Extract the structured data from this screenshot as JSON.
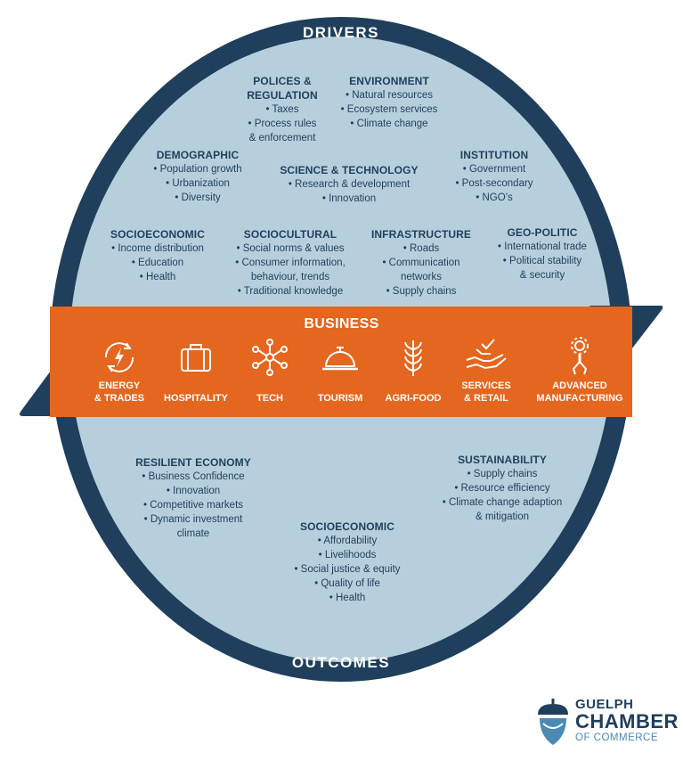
{
  "ring": {
    "top_label": "DRIVERS",
    "bottom_label": "OUTCOMES",
    "ring_color": "#1f3f5c",
    "fill_color": "#b7cfdc"
  },
  "drivers": {
    "policies": {
      "heading_1": "POLICES &",
      "heading_2": "REGULATION",
      "items": [
        "• Taxes",
        "• Process rules",
        "& enforcement"
      ]
    },
    "environment": {
      "heading": "ENVIRONMENT",
      "items": [
        "• Natural resources",
        "• Ecosystem services",
        "• Climate change"
      ]
    },
    "demographic": {
      "heading": "DEMOGRAPHIC",
      "items": [
        "• Population growth",
        "• Urbanization",
        "• Diversity"
      ]
    },
    "science": {
      "heading": "SCIENCE & TECHNOLOGY",
      "items": [
        "• Research & development",
        "• Innovation"
      ]
    },
    "institution": {
      "heading": "INSTITUTION",
      "items": [
        "• Government",
        "• Post-secondary",
        "• NGO’s"
      ]
    },
    "socioeconomic": {
      "heading": "SOCIOECONOMIC",
      "items": [
        "• Income distribution",
        "• Education",
        "• Health"
      ]
    },
    "sociocultural": {
      "heading": "SOCIOCULTURAL",
      "items": [
        "• Social norms & values",
        "• Consumer information,",
        "behaviour, trends",
        "• Traditional knowledge"
      ]
    },
    "infrastructure": {
      "heading": "INFRASTRUCTURE",
      "items": [
        "• Roads",
        "• Communication",
        "networks",
        "• Supply chains"
      ]
    },
    "geopolitic": {
      "heading": "GEO-POLITIC",
      "items": [
        "• International trade",
        "• Political stability",
        "& security"
      ]
    }
  },
  "business": {
    "title": "BUSINESS",
    "band_color": "#e4661f",
    "sectors": [
      {
        "label": "ENERGY\n& TRADES",
        "icon": "energy-icon"
      },
      {
        "label": "HOSPITALITY",
        "icon": "suitcase-icon"
      },
      {
        "label": "TECH",
        "icon": "network-icon"
      },
      {
        "label": "TOURISM",
        "icon": "service-bell-icon"
      },
      {
        "label": "AGRI-FOOD",
        "icon": "wheat-icon"
      },
      {
        "label": "SERVICES\n& RETAIL",
        "icon": "hand-check-icon"
      },
      {
        "label": "ADVANCED\nMANUFACTURING",
        "icon": "gear-robot-arm-icon"
      }
    ]
  },
  "outcomes": {
    "resilient": {
      "heading": "RESILIENT ECONOMY",
      "items": [
        "• Business Confidence",
        "• Innovation",
        "• Competitive markets",
        "• Dynamic investment",
        "climate"
      ]
    },
    "sustainability": {
      "heading": "SUSTAINABILITY",
      "items": [
        "• Supply chains",
        "• Resource efficiency",
        "• Climate change adaption",
        "& mitigation"
      ]
    },
    "socioeconomic": {
      "heading": "SOCIOECONOMIC",
      "items": [
        "• Affordability",
        "• Livelihoods",
        "• Social justice & equity",
        "• Quality of life",
        "• Health"
      ]
    }
  },
  "logo": {
    "line1": "GUELPH",
    "line2": "CHAMBER",
    "line3": "OF COMMERCE"
  }
}
